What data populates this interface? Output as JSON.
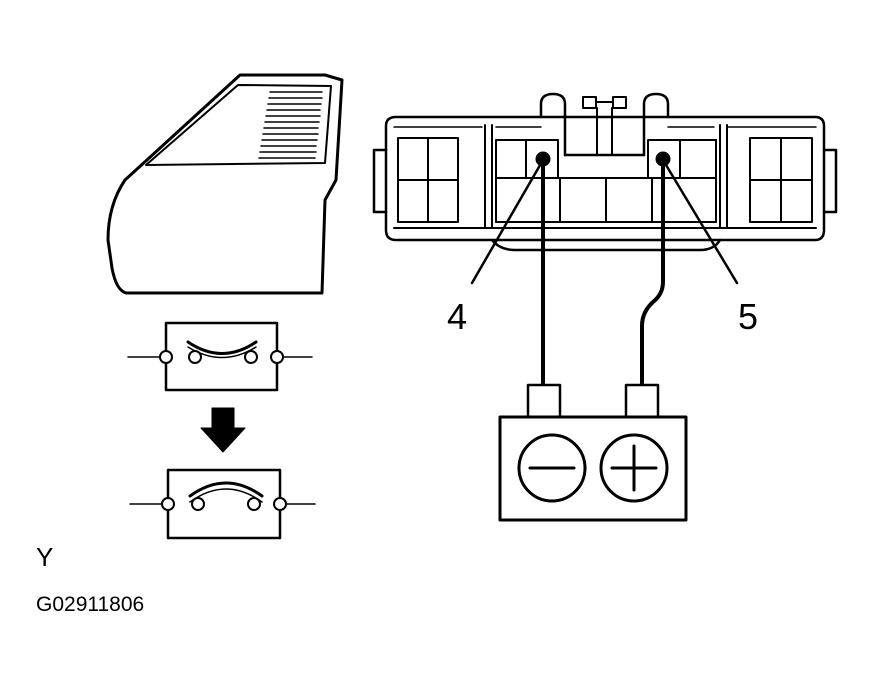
{
  "labels": {
    "terminal_negative": "4",
    "terminal_positive": "5",
    "view_letter": "Y",
    "figure_code": "G02911806"
  },
  "battery": {
    "negative_symbol": "−",
    "positive_symbol": "+"
  },
  "colors": {
    "line": "#000000",
    "background": "#ffffff"
  },
  "icons": [
    "door-panel-icon",
    "switch-open-icon",
    "arrow-down-icon",
    "switch-closed-icon",
    "connector-icon",
    "battery-icon"
  ]
}
